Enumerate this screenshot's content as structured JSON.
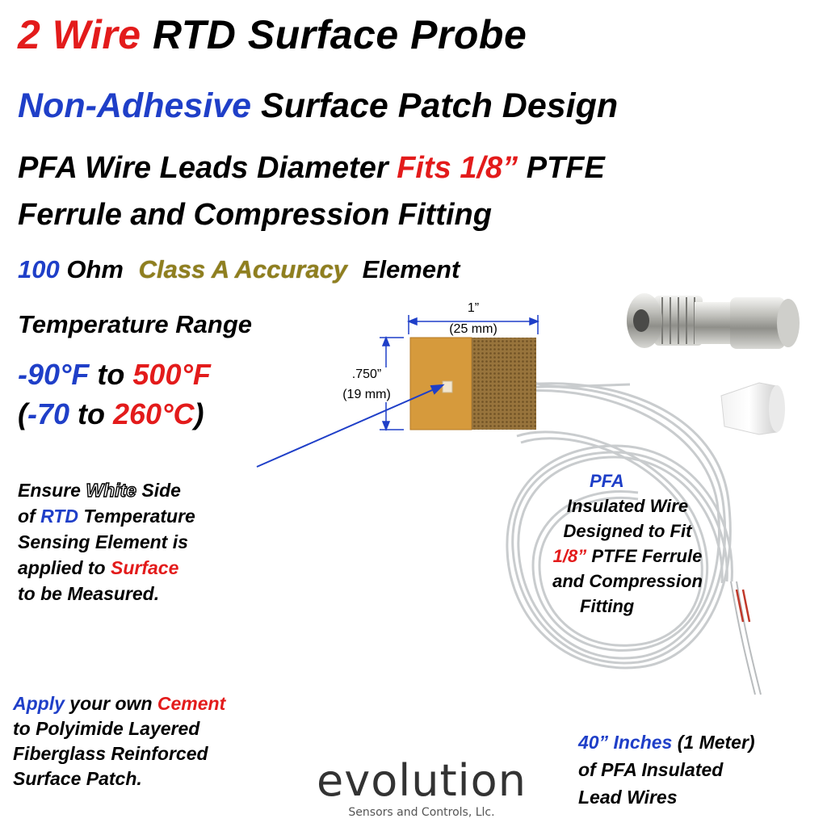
{
  "title": {
    "part1": "2 Wire",
    "part2": " RTD Surface Probe"
  },
  "subtitle": {
    "part1": "Non-Adhesive",
    "part2": " Surface Patch Design"
  },
  "line3": {
    "part1": "PFA Wire Leads Diameter ",
    "part2": "Fits 1/8”",
    "part3": " PTFE"
  },
  "line4": "Ferrule and Compression Fitting",
  "line5": {
    "part1": "100",
    "part2": " Ohm ",
    "part3": "Class A Accuracy",
    "part4": " Element"
  },
  "temp": {
    "label": "Temperature Range",
    "f_low": "-90°F",
    "f_to": " to ",
    "f_high": "500°F",
    "c_open": "(",
    "c_low": "-70",
    "c_to": " to ",
    "c_high": "260°C",
    "c_close": ")"
  },
  "dims": {
    "width_in": "1”",
    "width_mm": "(25 mm)",
    "height_in": ".750”",
    "height_mm": "(19 mm)"
  },
  "ensure": {
    "l1a": "Ensure ",
    "l1b": "White",
    "l1c": " Side",
    "l2a": "of ",
    "l2b": "RTD",
    "l2c": " Temperature",
    "l3": "Sensing Element is",
    "l4a": "applied to ",
    "l4b": "Surface",
    "l5": "to be Measured."
  },
  "pfa_note": {
    "l1": "PFA",
    "l2": "Insulated Wire",
    "l3": "Designed to Fit",
    "l4a": "1/8”",
    "l4b": " PTFE Ferrule",
    "l5": "and Compression",
    "l6": "Fitting"
  },
  "apply": {
    "l1a": "Apply",
    "l1b": " your own ",
    "l1c": "Cement",
    "l2": "to Polyimide Layered",
    "l3": "Fiberglass Reinforced",
    "l4": "Surface Patch."
  },
  "leads": {
    "l1a": "40” Inches",
    "l1b": " (1 Meter)",
    "l2": "of  PFA Insulated",
    "l3": "Lead Wires"
  },
  "logo": {
    "main": "evolution",
    "tagline": "Sensors and Controls, Llc."
  },
  "colors": {
    "red": "#e31b1b",
    "blue": "#1f3fc8",
    "gold": "#8f7f1f",
    "patch": "#d79a3a",
    "mesh": "#8a6a3a"
  }
}
